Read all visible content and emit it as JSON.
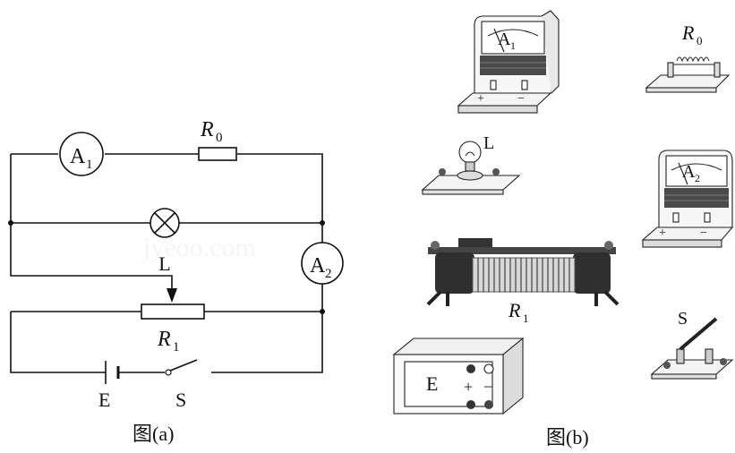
{
  "figure_a": {
    "ammeter1": {
      "letter": "A",
      "sub": "1"
    },
    "ammeter2": {
      "letter": "A",
      "sub": "2"
    },
    "r0": {
      "letter": "R",
      "sub": "0"
    },
    "lamp": "L",
    "r1": {
      "letter": "R",
      "sub": "1"
    },
    "battery": "E",
    "switch": "S",
    "caption": "图(a)",
    "watermark": "jyeoo.com"
  },
  "figure_b": {
    "ammeter1": {
      "letter": "A",
      "sub": "1"
    },
    "ammeter2": {
      "letter": "A",
      "sub": "2"
    },
    "r0": {
      "letter": "R",
      "sub": "0"
    },
    "lamp": "L",
    "r1": {
      "letter": "R",
      "sub": "1"
    },
    "power_supply": "E",
    "plus": "+",
    "minus": "−",
    "switch": "S",
    "caption": "图(b)"
  },
  "icons": [
    "ammeter-icon",
    "resistor-icon",
    "lamp-icon",
    "rheostat-icon",
    "battery-icon",
    "switch-icon",
    "power-supply-icon"
  ]
}
